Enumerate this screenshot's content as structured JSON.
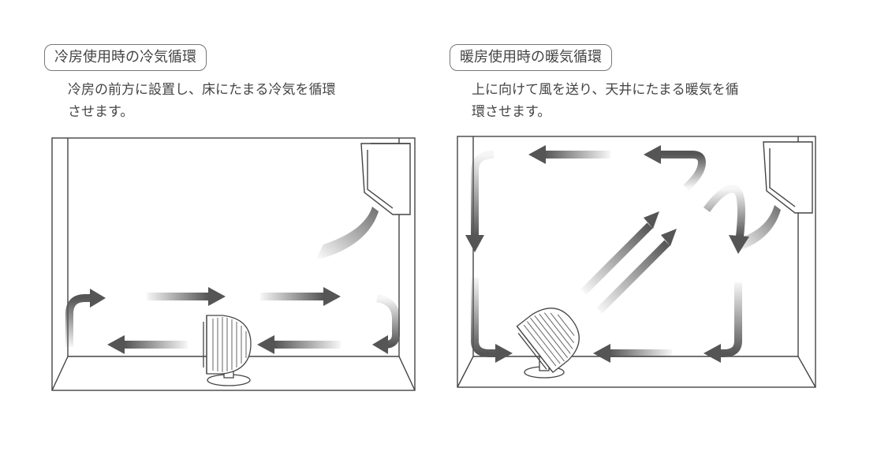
{
  "panels": [
    {
      "title": "冷房使用時の冷気循環",
      "description_lines": [
        "冷房の前方に設置し、床にたまる冷気を循環",
        "させます。"
      ]
    },
    {
      "title": "暖房使用時の暖気循環",
      "description_lines": [
        "上に向けて風を送り、天井にたまる暖気を循",
        "環させます。"
      ]
    }
  ],
  "colors": {
    "arrow": "#555555",
    "line": "#444444"
  },
  "icons": [
    "air-conditioner-icon",
    "circulator-fan-icon",
    "airflow-arrow-icon"
  ]
}
